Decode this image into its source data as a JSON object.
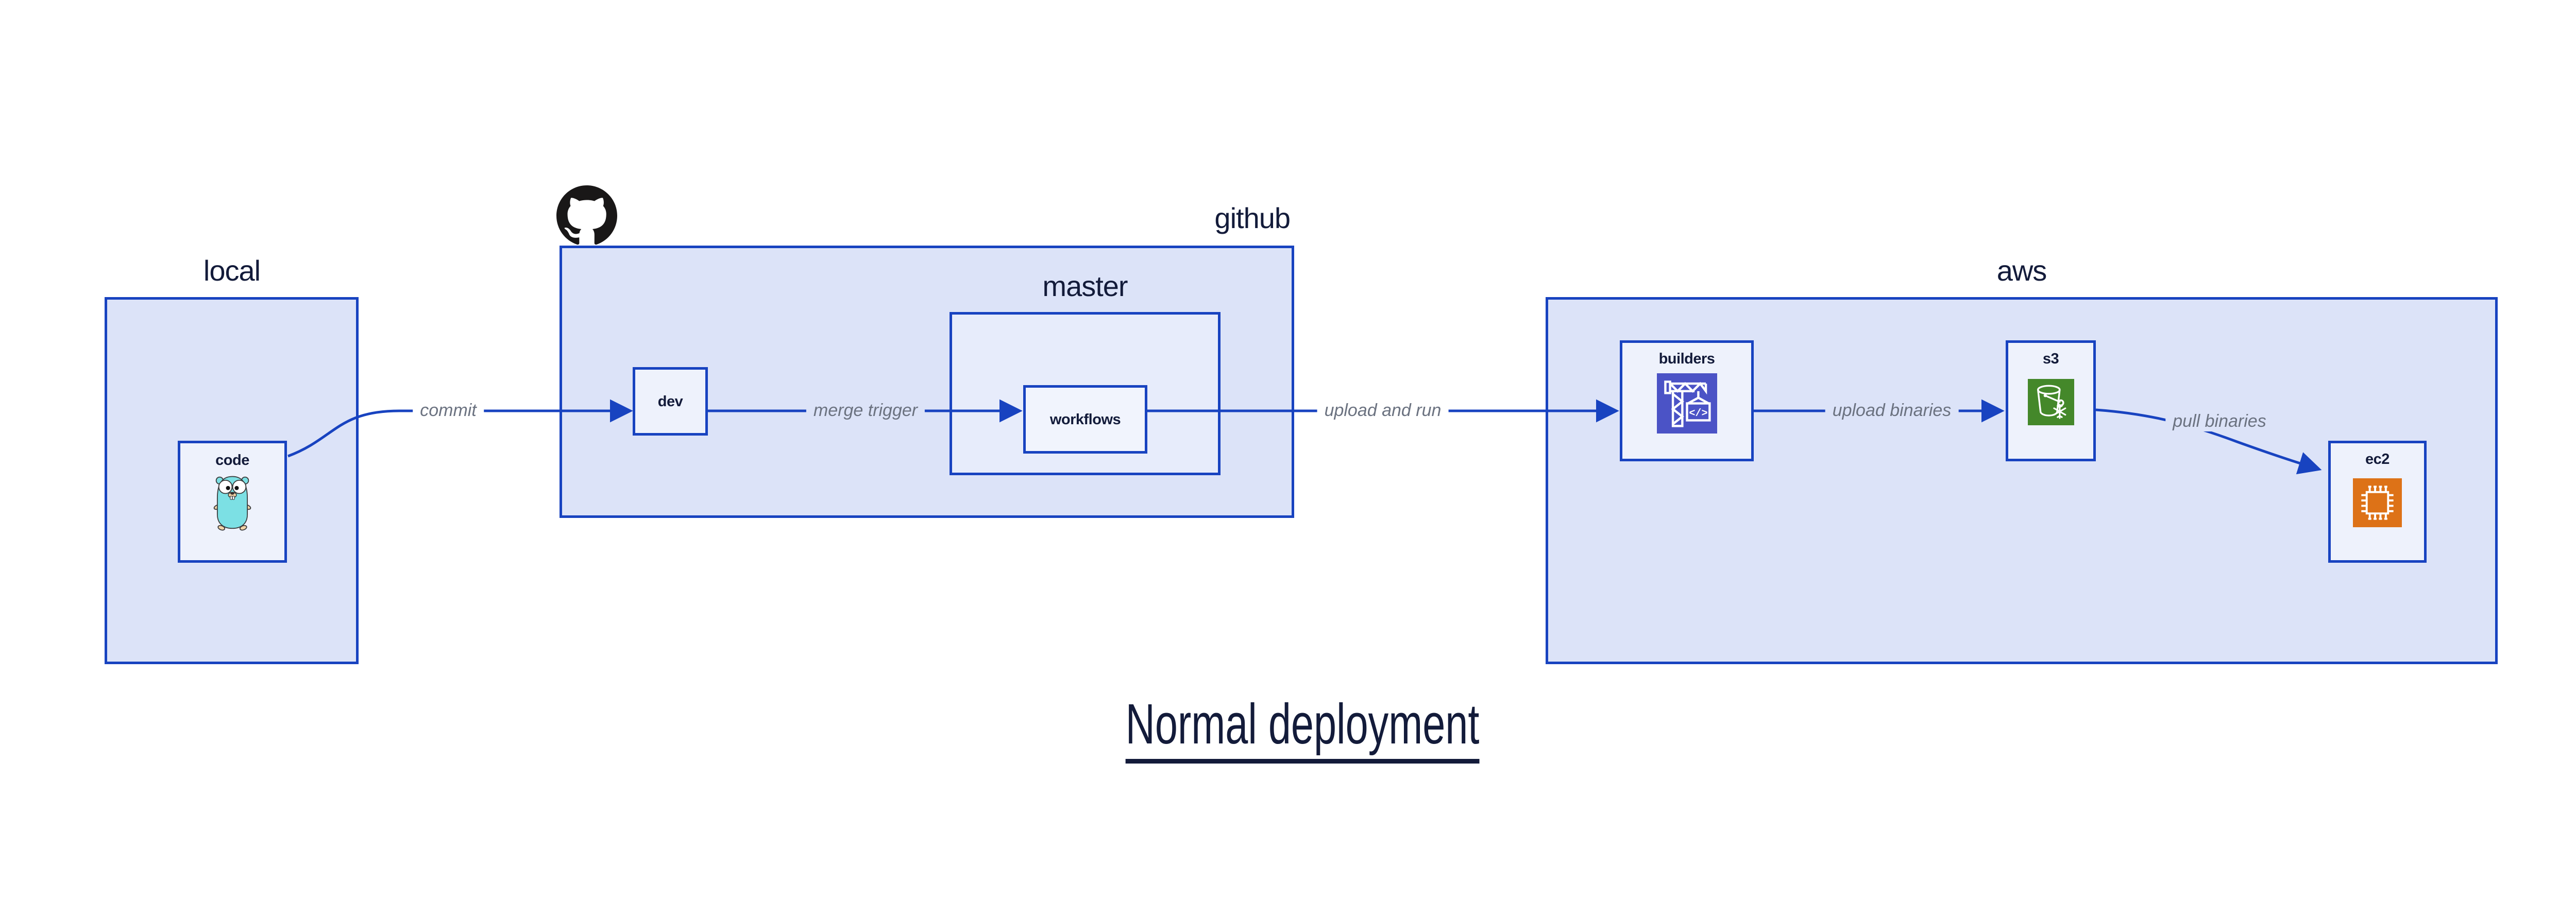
{
  "title": "Normal deployment",
  "groups": {
    "local": {
      "label": "local"
    },
    "github": {
      "label": "github"
    },
    "master": {
      "label": "master"
    },
    "aws": {
      "label": "aws"
    }
  },
  "nodes": {
    "code": {
      "label": "code",
      "icon": "go-gopher-icon"
    },
    "dev": {
      "label": "dev"
    },
    "workflows": {
      "label": "workflows"
    },
    "builders": {
      "label": "builders",
      "icon": "codebuild-crane-icon",
      "icon_bg": "#4b53c6",
      "icon_code_text": "</>"
    },
    "s3": {
      "label": "s3",
      "icon": "s3-bucket-icon",
      "icon_bg": "#44882a"
    },
    "ec2": {
      "label": "ec2",
      "icon": "ec2-chip-icon",
      "icon_bg": "#dd7217"
    }
  },
  "edges": [
    {
      "from": "code",
      "to": "dev",
      "label": "commit"
    },
    {
      "from": "dev",
      "to": "workflows",
      "label": "merge trigger"
    },
    {
      "from": "workflows",
      "to": "builders",
      "label": "upload and run"
    },
    {
      "from": "builders",
      "to": "s3",
      "label": "upload binaries"
    },
    {
      "from": "s3",
      "to": "ec2",
      "label": "pull binaries"
    }
  ],
  "colors": {
    "accent": "#1843c0",
    "group_fill": "#dce3f8",
    "master_fill": "#e7ecfb",
    "node_fill": "#eef2fc",
    "text_dark": "#131b3a",
    "edge_label": "#6b7280",
    "octocat": "#191717",
    "gopher_body": "#7ce0e4",
    "builders_icon_bg": "#4b53c6",
    "s3_icon_bg": "#44882a",
    "ec2_icon_bg": "#dd7217"
  }
}
